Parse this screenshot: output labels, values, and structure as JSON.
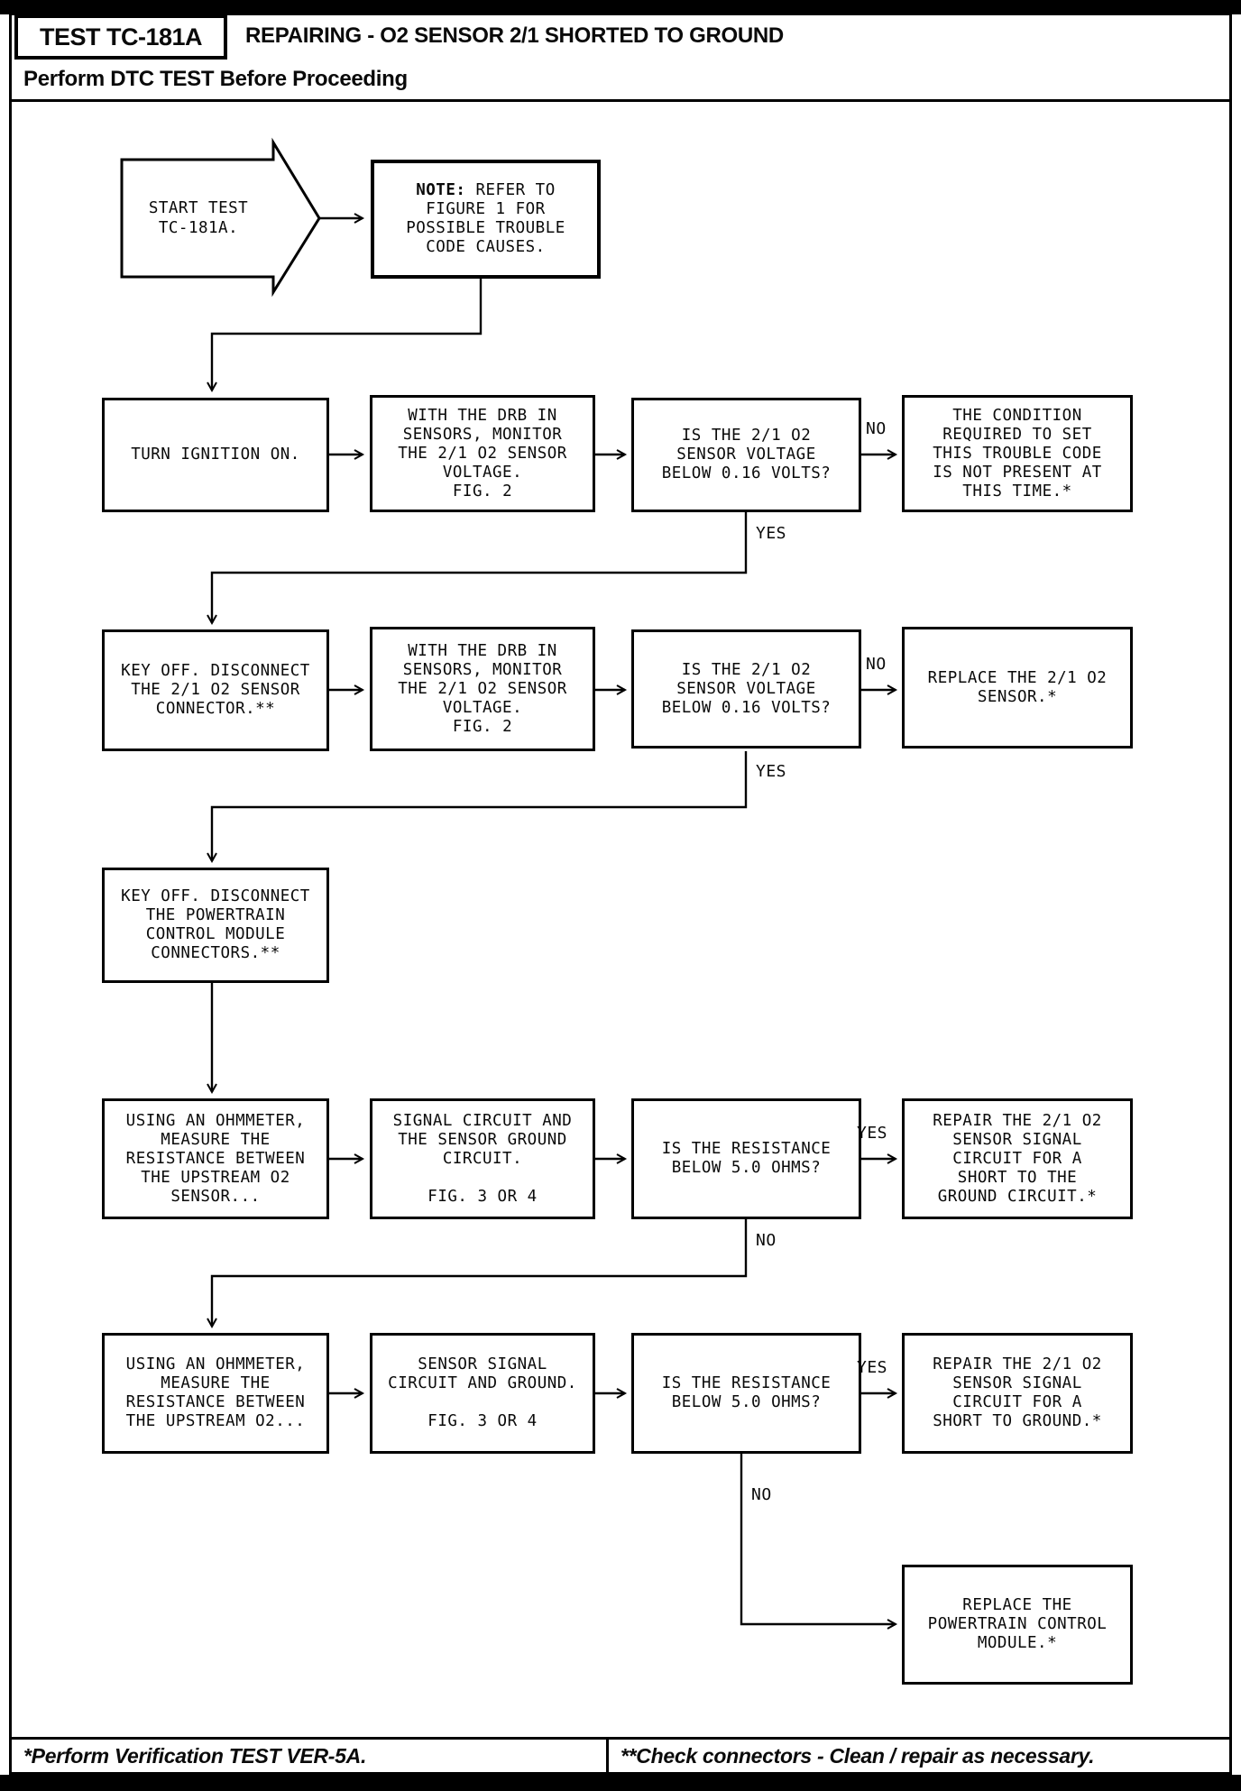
{
  "header": {
    "test_id": "TEST TC-181A",
    "title": "REPAIRING - O2 SENSOR 2/1 SHORTED TO GROUND",
    "subtitle": "Perform DTC TEST Before Proceeding"
  },
  "nodes": {
    "start": "START TEST\nTC-181A.",
    "note_prefix": "NOTE:",
    "note_rest": " REFER TO\nFIGURE 1 FOR\nPOSSIBLE TROUBLE\nCODE CAUSES.",
    "a1": "TURN IGNITION ON.",
    "b1": "WITH THE DRB IN\nSENSORS, MONITOR\nTHE 2/1 O2 SENSOR\nVOLTAGE.\nFIG. 2",
    "c1": "IS THE 2/1 O2\nSENSOR VOLTAGE\nBELOW 0.16 VOLTS?",
    "d1": "THE CONDITION\nREQUIRED TO SET\nTHIS TROUBLE CODE\nIS NOT PRESENT AT\nTHIS TIME.*",
    "a2": "KEY OFF. DISCONNECT\nTHE 2/1 O2 SENSOR\nCONNECTOR.**",
    "b2": "WITH THE DRB IN\nSENSORS, MONITOR\nTHE 2/1 O2 SENSOR\nVOLTAGE.\nFIG. 2",
    "c2": "IS THE 2/1 O2\nSENSOR VOLTAGE\nBELOW 0.16 VOLTS?",
    "d2": "REPLACE THE 2/1 O2\nSENSOR.*",
    "a3": "KEY OFF. DISCONNECT\nTHE POWERTRAIN\nCONTROL MODULE\nCONNECTORS.**",
    "a4": "USING AN OHMMETER,\nMEASURE THE\nRESISTANCE BETWEEN\nTHE UPSTREAM O2\nSENSOR...",
    "b4": "SIGNAL CIRCUIT AND\nTHE SENSOR GROUND\nCIRCUIT.\n\nFIG. 3 OR 4",
    "c4": "IS THE RESISTANCE\nBELOW 5.0 OHMS?",
    "d4": "REPAIR THE 2/1 O2\nSENSOR SIGNAL\nCIRCUIT FOR A\nSHORT TO THE\nGROUND CIRCUIT.*",
    "a5": "USING AN OHMMETER,\nMEASURE THE\nRESISTANCE BETWEEN\nTHE UPSTREAM O2...",
    "b5": "SENSOR SIGNAL\nCIRCUIT AND GROUND.\n\nFIG. 3 OR 4",
    "c5": "IS THE RESISTANCE\nBELOW 5.0 OHMS?",
    "d5": "REPAIR THE 2/1 O2\nSENSOR SIGNAL\nCIRCUIT FOR A\nSHORT TO GROUND.*",
    "f": "REPLACE THE\nPOWERTRAIN CONTROL\nMODULE.*"
  },
  "edges": {
    "r1_side": "NO",
    "r1_down": "YES",
    "r2_side": "NO",
    "r2_down": "YES",
    "r4_side": "YES",
    "r4_down": "NO",
    "r5_side": "YES",
    "r5_down": "NO"
  },
  "footer": {
    "left": "*Perform Verification TEST VER-5A.",
    "right": "**Check connectors - Clean / repair as necessary."
  },
  "colors": {
    "ink": "#000000",
    "paper": "#ffffff"
  }
}
